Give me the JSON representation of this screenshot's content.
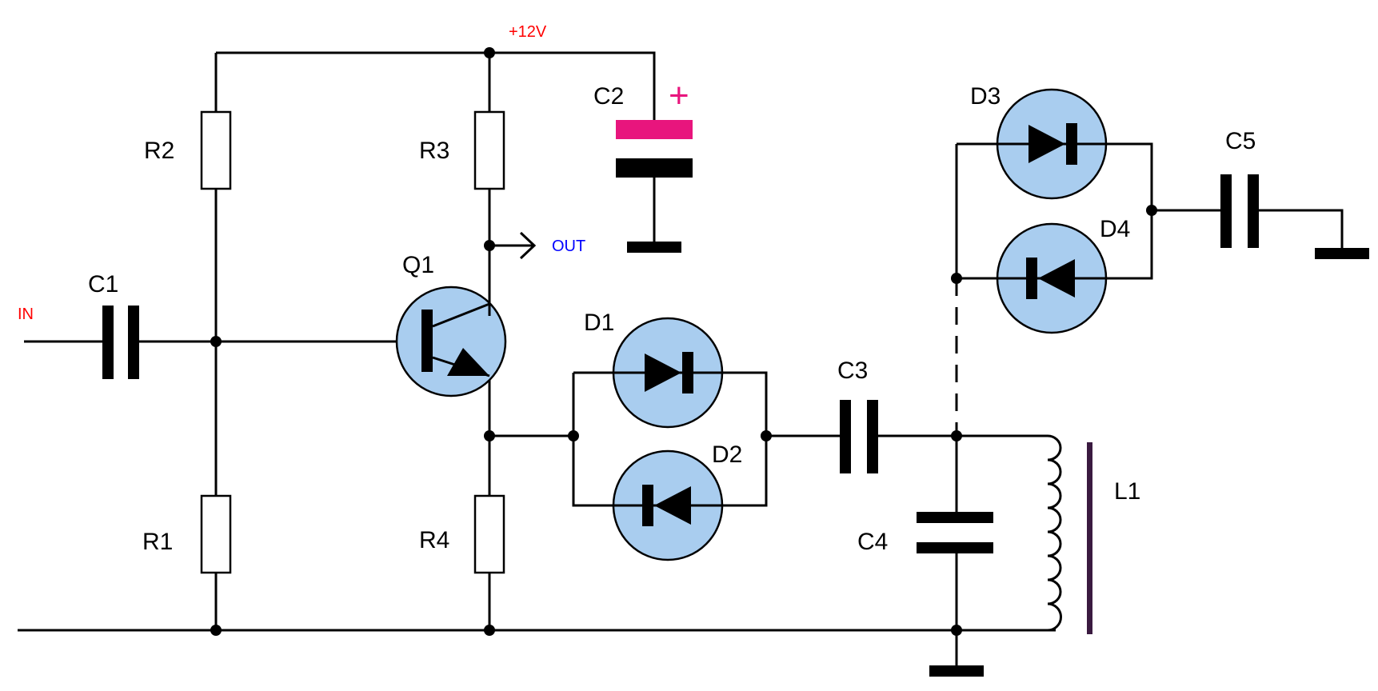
{
  "colors": {
    "wire": "#000000",
    "component_fill": "#a9cdef",
    "positive_plate": "#e8157d",
    "supply_label": "#ff0000",
    "input_label": "#ff0000",
    "output_label": "#0000ff",
    "inductor_core": "#3a1a40"
  },
  "labels": {
    "supply": "+12V",
    "input": "IN",
    "output": "OUT",
    "polarity": "+",
    "c1": "C1",
    "c2": "C2",
    "c3": "C3",
    "c4": "C4",
    "c5": "C5",
    "r1": "R1",
    "r2": "R2",
    "r3": "R3",
    "r4": "R4",
    "q1": "Q1",
    "d1": "D1",
    "d2": "D2",
    "d3": "D3",
    "d4": "D4",
    "l1": "L1"
  }
}
